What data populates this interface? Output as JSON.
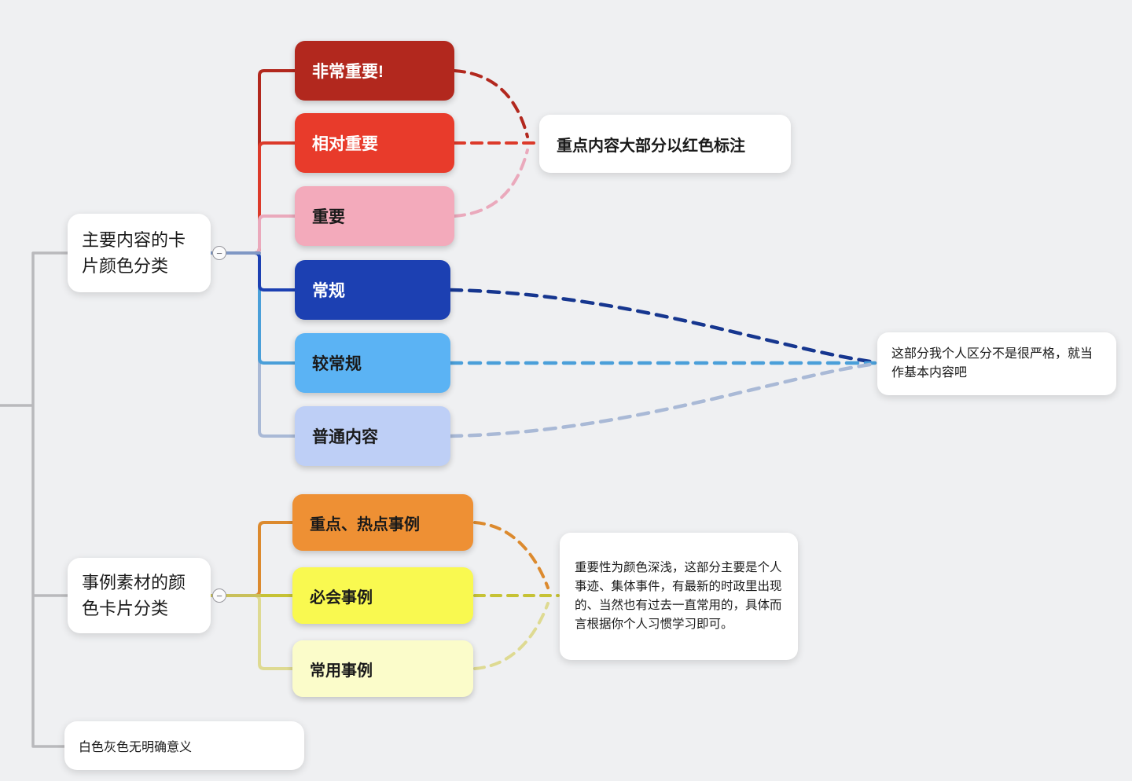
{
  "canvas": {
    "background": "#eff0f2"
  },
  "nodes": {
    "main_category": {
      "label": "主要内容的卡片颜色分类"
    },
    "example_category": {
      "label": "事例素材的颜色卡片分类"
    },
    "neutral_note": {
      "label": "白色灰色无明确意义"
    }
  },
  "importance_cards": [
    {
      "label": "非常重要!",
      "color": "#b2281e",
      "text_color": "#ffffff",
      "line_color": "#b2281e"
    },
    {
      "label": "相对重要",
      "color": "#e83b2b",
      "text_color": "#ffffff",
      "line_color": "#dc3a2a"
    },
    {
      "label": "重要",
      "color": "#f3aabb",
      "text_color": "#1a1a1a",
      "line_color": "#eaa9bc"
    },
    {
      "label": "常规",
      "color": "#1c40b2",
      "text_color": "#ffffff",
      "line_color": "#16368f"
    },
    {
      "label": "较常规",
      "color": "#5bb3f4",
      "text_color": "#1a1a1a",
      "line_color": "#4a9fd9"
    },
    {
      "label": "普通内容",
      "color": "#becff6",
      "text_color": "#1a1a1a",
      "line_color": "#a9b9d6"
    }
  ],
  "example_cards": [
    {
      "label": "重点、热点事例",
      "color": "#ee9034",
      "text_color": "#1a1a1a",
      "line_color": "#dc8a2e"
    },
    {
      "label": "必会事例",
      "color": "#f9f950",
      "text_color": "#1a1a1a",
      "line_color": "#c6c235"
    },
    {
      "label": "常用事例",
      "color": "#fbfcca",
      "text_color": "#1a1a1a",
      "line_color": "#deda92"
    }
  ],
  "annotations": {
    "red_note": {
      "label": "重点内容大部分以红色标注"
    },
    "blue_note": {
      "label": "这部分我个人区分不是很严格，就当作基本内容吧"
    },
    "example_note": {
      "label": "重要性为颜色深浅，这部分主要是个人事迹、集体事件，有最新的时政里出现的、当然也有过去一直常用的，具体而言根据你个人习惯学习即可。"
    }
  },
  "icons": {
    "collapse": "−"
  }
}
